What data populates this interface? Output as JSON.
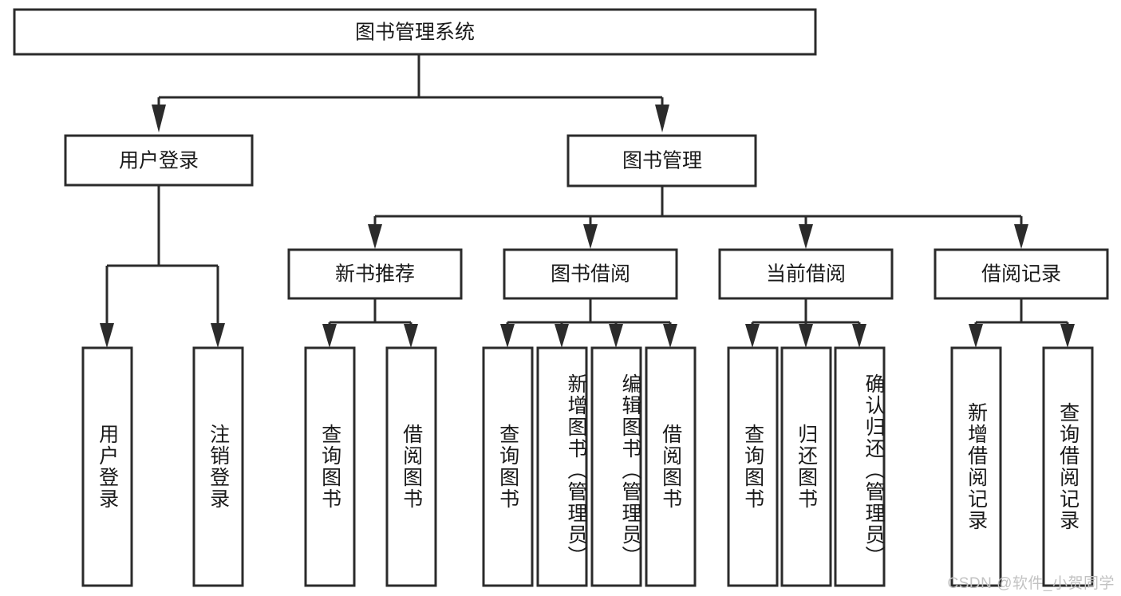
{
  "diagram": {
    "type": "tree",
    "title": "图书管理系统",
    "watermark": "CSDN @软件_小贺同学",
    "colors": {
      "stroke": "#2b2b2b",
      "fill": "#ffffff",
      "text": "#1a1a1a",
      "watermark": "#c2c2c2"
    },
    "levels": {
      "root": "图书管理系统",
      "level2": [
        "用户登录",
        "图书管理"
      ],
      "level3": [
        "新书推荐",
        "图书借阅",
        "当前借阅",
        "借阅记录"
      ]
    },
    "nodes": {
      "root": {
        "label": "图书管理系统"
      },
      "user_login": {
        "label": "用户登录"
      },
      "book_manage": {
        "label": "图书管理"
      },
      "new_book_rec": {
        "label": "新书推荐"
      },
      "book_borrow": {
        "label": "图书借阅"
      },
      "current_borrow": {
        "label": "当前借阅"
      },
      "borrow_record": {
        "label": "借阅记录"
      }
    },
    "leaves": {
      "user_login": [
        {
          "label": "用户登录"
        },
        {
          "label": "注销登录"
        }
      ],
      "new_book_rec": [
        {
          "label": "查询图书"
        },
        {
          "label": "借阅图书"
        }
      ],
      "book_borrow": [
        {
          "label": "查询图书"
        },
        {
          "label": "新增图书（管理员）"
        },
        {
          "label": "编辑图书（管理员）"
        },
        {
          "label": "借阅图书"
        }
      ],
      "current_borrow": [
        {
          "label": "查询图书"
        },
        {
          "label": "归还图书"
        },
        {
          "label": "确认归还（管理员）"
        }
      ],
      "borrow_record": [
        {
          "label": "新增借阅记录"
        },
        {
          "label": "查询借阅记录"
        }
      ]
    },
    "edges": [
      {
        "from": "root",
        "to": "用户登录"
      },
      {
        "from": "root",
        "to": "图书管理"
      },
      {
        "from": "图书管理",
        "to": "新书推荐"
      },
      {
        "from": "图书管理",
        "to": "图书借阅"
      },
      {
        "from": "图书管理",
        "to": "当前借阅"
      },
      {
        "from": "图书管理",
        "to": "借阅记录"
      },
      {
        "from": "用户登录",
        "to": "用户登录(叶)"
      },
      {
        "from": "用户登录",
        "to": "注销登录"
      },
      {
        "from": "新书推荐",
        "to": "查询图书"
      },
      {
        "from": "新书推荐",
        "to": "借阅图书"
      },
      {
        "from": "图书借阅",
        "to": "查询图书"
      },
      {
        "from": "图书借阅",
        "to": "新增图书（管理员）"
      },
      {
        "from": "图书借阅",
        "to": "编辑图书（管理员）"
      },
      {
        "from": "图书借阅",
        "to": "借阅图书"
      },
      {
        "from": "当前借阅",
        "to": "查询图书"
      },
      {
        "from": "当前借阅",
        "to": "归还图书"
      },
      {
        "from": "当前借阅",
        "to": "确认归还（管理员）"
      },
      {
        "from": "借阅记录",
        "to": "新增借阅记录"
      },
      {
        "from": "借阅记录",
        "to": "查询借阅记录"
      }
    ]
  }
}
